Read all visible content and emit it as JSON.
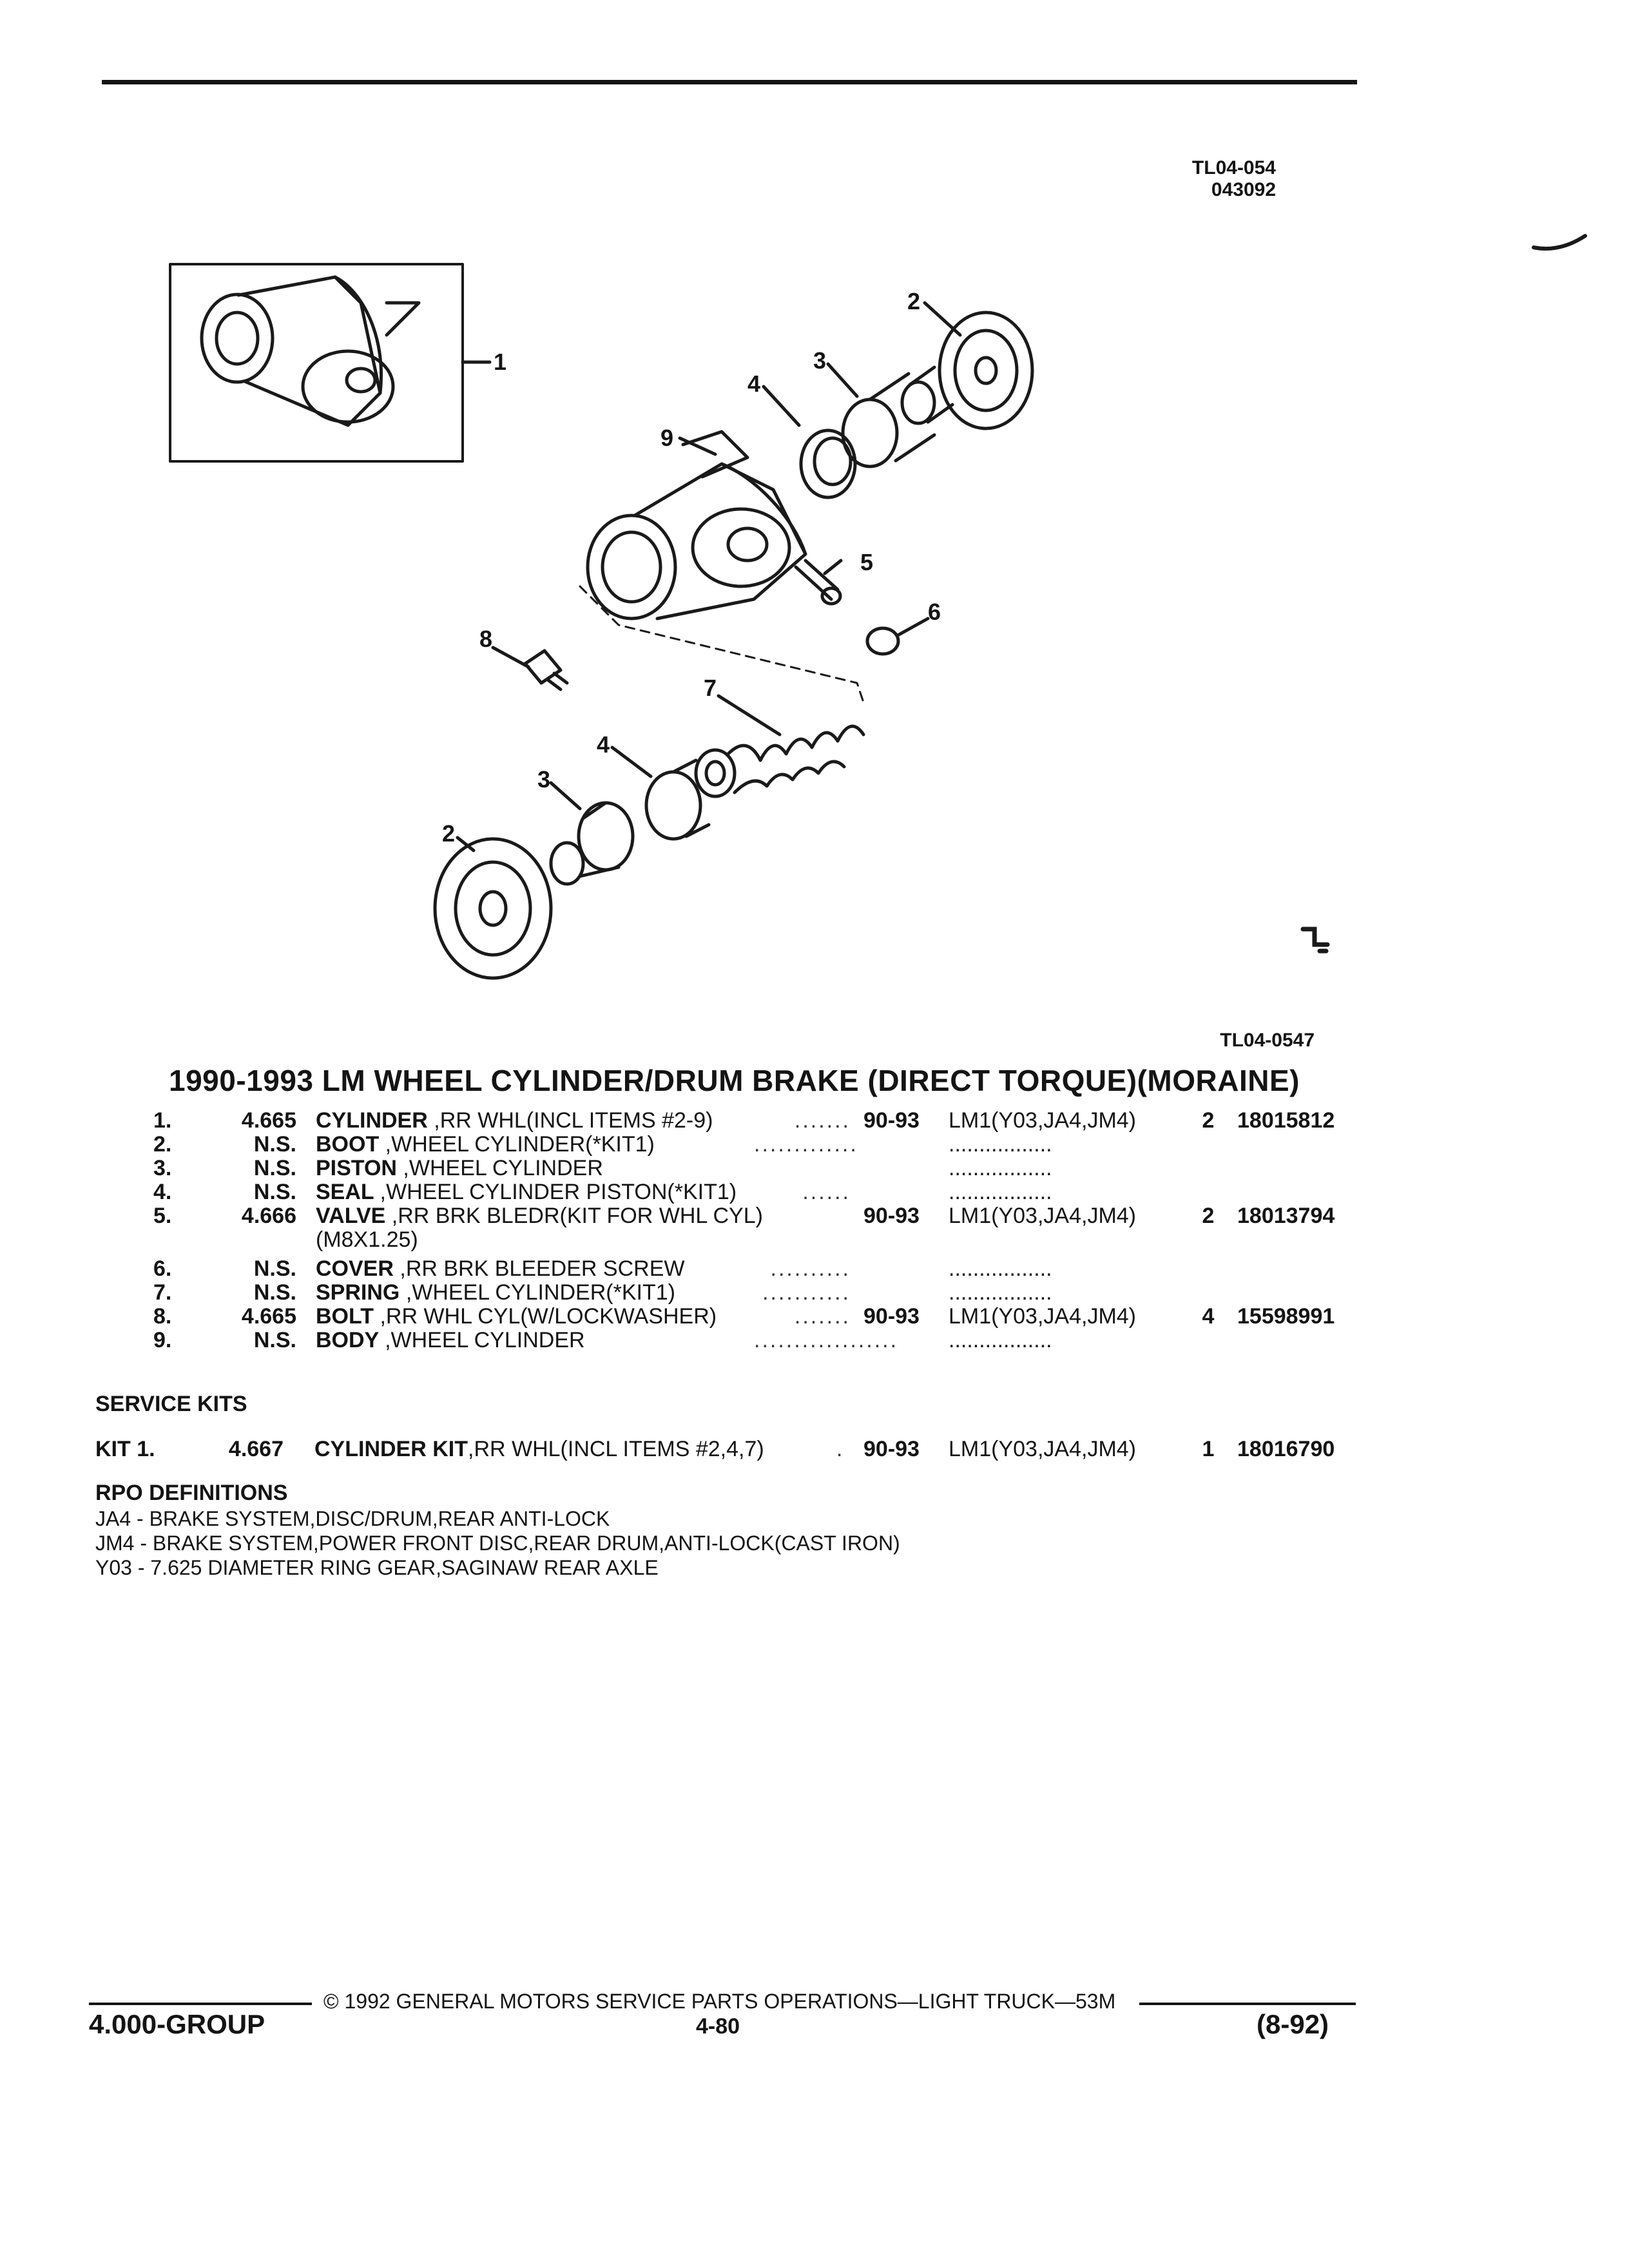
{
  "header": {
    "ref_top_1": "TL04-054",
    "ref_top_2": "043092",
    "ref_bottom": "TL04-0547"
  },
  "illustration": {
    "callouts": [
      "1",
      "2",
      "3",
      "4",
      "9",
      "5",
      "6",
      "8",
      "7",
      "4",
      "3",
      "2"
    ]
  },
  "title": "1990-1993 LM WHEEL CYLINDER/DRUM BRAKE (DIRECT TORQUE)(MORAINE)",
  "parts": [
    {
      "num": "1.",
      "group": "4.665",
      "name": "CYLINDER",
      "detail": ",RR WHL(INCL ITEMS #2-9)",
      "dots": ".......",
      "years": "90-93",
      "models": "LM1(Y03,JA4,JM4)",
      "qty": "2",
      "part": "18015812"
    },
    {
      "num": "2.",
      "group": "N.S.",
      "name": "BOOT",
      "detail": ",WHEEL CYLINDER(*KIT1)",
      "dots": ".............",
      "years": "",
      "models": ".................",
      "qty": "",
      "part": ""
    },
    {
      "num": "3.",
      "group": "N.S.",
      "name": "PISTON",
      "detail": ",WHEEL CYLINDER",
      "dots": "",
      "years": "",
      "models": ".................",
      "qty": "",
      "part": ""
    },
    {
      "num": "4.",
      "group": "N.S.",
      "name": "SEAL",
      "detail": ",WHEEL CYLINDER PISTON(*KIT1)",
      "dots": "......",
      "years": "",
      "models": ".................",
      "qty": "",
      "part": ""
    },
    {
      "num": "5.",
      "group": "4.666",
      "name": "VALVE",
      "detail": ",RR BRK BLEDR(KIT FOR WHL CYL)",
      "dots": "",
      "years": "90-93",
      "models": "LM1(Y03,JA4,JM4)",
      "qty": "2",
      "part": "18013794"
    },
    {
      "num": "",
      "group": "",
      "name": "",
      "detail": "(M8X1.25)",
      "dots": "",
      "years": "",
      "models": "",
      "qty": "",
      "part": ""
    },
    {
      "num": "6.",
      "group": "N.S.",
      "name": "COVER",
      "detail": ",RR BRK BLEEDER SCREW",
      "dots": "..........",
      "years": "",
      "models": ".................",
      "qty": "",
      "part": ""
    },
    {
      "num": "7.",
      "group": "N.S.",
      "name": "SPRING",
      "detail": ",WHEEL CYLINDER(*KIT1)",
      "dots": "...........",
      "years": "",
      "models": ".................",
      "qty": "",
      "part": ""
    },
    {
      "num": "8.",
      "group": "4.665",
      "name": "BOLT",
      "detail": ",RR WHL CYL(W/LOCKWASHER)",
      "dots": ".......",
      "years": "90-93",
      "models": "LM1(Y03,JA4,JM4)",
      "qty": "4",
      "part": "15598991"
    },
    {
      "num": "9.",
      "group": "N.S.",
      "name": "BODY",
      "detail": ",WHEEL CYLINDER",
      "dots": "..................",
      "years": "",
      "models": ".................",
      "qty": "",
      "part": ""
    }
  ],
  "service_kits": {
    "heading": "SERVICE KITS",
    "kit": {
      "label": "KIT 1.",
      "group": "4.667",
      "name": "CYLINDER KIT",
      "detail": ",RR WHL(INCL ITEMS #2,4,7)",
      "dots": ".",
      "years": "90-93",
      "models": "LM1(Y03,JA4,JM4)",
      "qty": "1",
      "part": "18016790"
    }
  },
  "rpo": {
    "heading": "RPO DEFINITIONS",
    "lines": [
      "JA4 - BRAKE SYSTEM,DISC/DRUM,REAR ANTI-LOCK",
      "JM4 - BRAKE SYSTEM,POWER FRONT DISC,REAR DRUM,ANTI-LOCK(CAST IRON)",
      "Y03 - 7.625 DIAMETER RING GEAR,SAGINAW REAR AXLE"
    ]
  },
  "footer": {
    "copyright": "© 1992 GENERAL MOTORS SERVICE PARTS OPERATIONS—LIGHT TRUCK—53M",
    "group": "4.000-GROUP",
    "page": "4-80",
    "date": "(8-92)"
  }
}
